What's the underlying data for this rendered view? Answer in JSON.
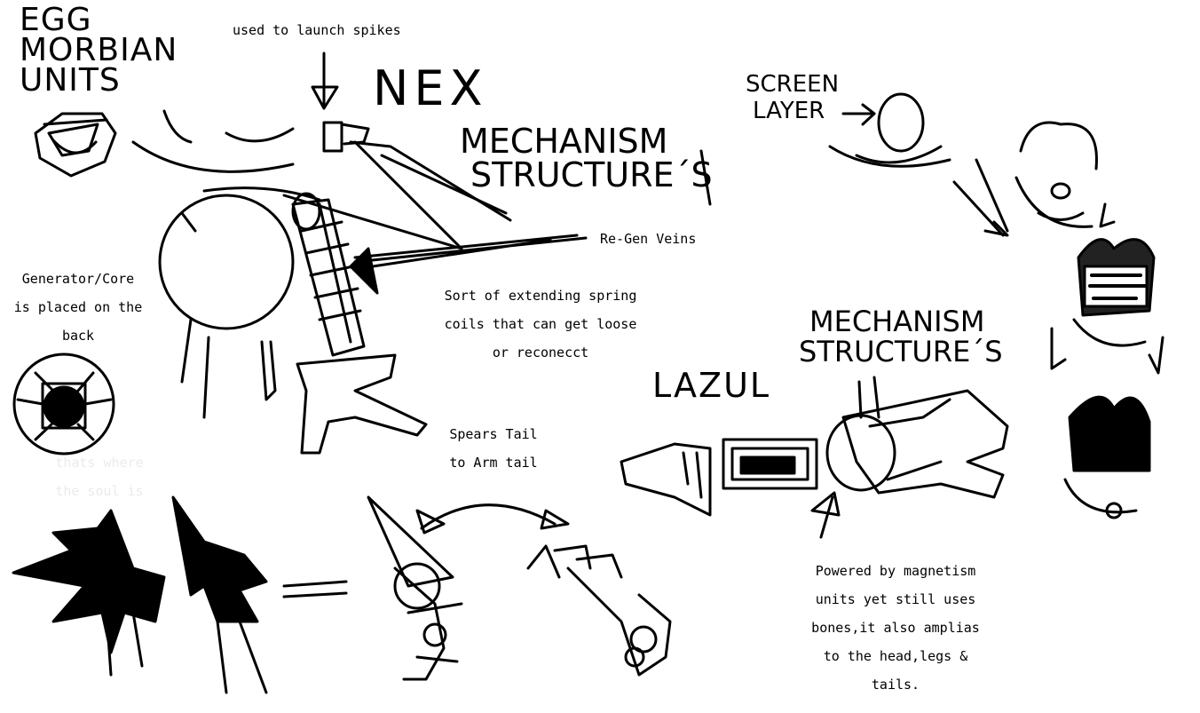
{
  "titles": {
    "egg_line1": "EGG",
    "egg_line2": "MORBIAN",
    "egg_line3": "UNITS",
    "nex": "NEX",
    "nex_mech_line1": "MECHANISM",
    "nex_mech_line2": "STRUCTURE´S",
    "screen_line1": "SCREEN",
    "screen_line2": "LAYER",
    "lazul_mech_line1": "MECHANISM",
    "lazul_mech_line2": "STRUCTURE´S",
    "lazul": "LAZUL"
  },
  "notes": {
    "spikes": "used to launch spikes",
    "regen": "Re-Gen Veins",
    "generator": [
      "Generator/Core",
      "is placed on the",
      "back"
    ],
    "faint": [
      "thats where",
      "the soul is"
    ],
    "spring": [
      "Sort of extending spring",
      "coils that can get loose",
      "or reconecct"
    ],
    "spears": [
      "Spears Tail",
      "to Arm tail"
    ],
    "magnetism": [
      "Powered by magnetism",
      "units yet still uses",
      "bones,it also amplias",
      "to the head,legs &",
      "tails."
    ]
  },
  "colors": {
    "ink": "#000000",
    "paper": "#ffffff",
    "faint": "#ebebeb"
  }
}
